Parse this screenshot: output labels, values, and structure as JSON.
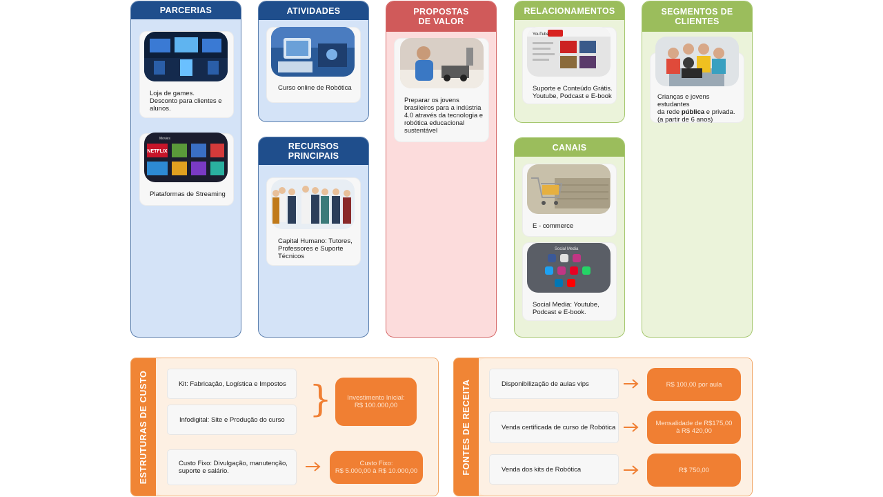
{
  "columns": {
    "parcerias": {
      "title": "PARCERIAS",
      "cards": [
        {
          "text": "Loja de games.\nDesconto para clientes e alunos."
        },
        {
          "text": "Plataformas de Streaming"
        }
      ]
    },
    "atividades": {
      "title": "ATIVIDADES",
      "cards": [
        {
          "text": "Curso online de Robótica"
        }
      ]
    },
    "recursos": {
      "title": "RECURSOS\nPRINCIPAIS",
      "cards": [
        {
          "text": "Capital Humano: Tutores,\nProfessores e Suporte\nTécnicos"
        }
      ]
    },
    "propostas": {
      "title": "PROPOSTAS\nDE VALOR",
      "cards": [
        {
          "text": "Preparar os jovens\nbrasileiros para a indústria\n4.0 através da tecnologia e\nrobótica educacional\nsustentável"
        }
      ]
    },
    "relacionamentos": {
      "title": "RELACIONAMENTOS",
      "cards": [
        {
          "text": "Suporte e Conteúdo Grátis.\nYoutube, Podcast e E-book"
        }
      ]
    },
    "canais": {
      "title": "CANAIS",
      "cards": [
        {
          "text": "E - commerce"
        },
        {
          "text": "Social Media: Youtube,\nPodcast e E-book."
        }
      ]
    },
    "segmentos": {
      "title": "SEGMENTOS DE\nCLIENTES",
      "cards": [
        {
          "text_pre": "Crianças e jovens estudantes\nda rede ",
          "text_bold": "pública",
          "text_post": " e privada.\n(a partir de 6 anos)"
        }
      ]
    }
  },
  "image_labels": {
    "streaming_netflix": "NETFLIX",
    "streaming_movies": "Movies",
    "youtube_logo": "YouTube",
    "social_media": "Social Media"
  },
  "custos": {
    "title": "ESTRUTURAS DE CUSTO",
    "items": [
      "Kit: Fabricação, Logística e Impostos",
      "Infodigital: Site e Produção do curso",
      "Custo Fixo: Divulgação, manutenção,\nsuporte e salário."
    ],
    "investimento": "Investimento Inicial:\nR$ 100.000,00",
    "custo_fixo": "Custo Fixo:\nR$ 5.000,00 à R$ 10.000,00"
  },
  "receitas": {
    "title": "FONTES DE RECEITA",
    "items": [
      {
        "label": "Disponibilização de aulas vips",
        "value": "R$ 100,00 por aula"
      },
      {
        "label": "Venda certificada de curso de Robótica",
        "value": "Mensalidade de R$175,00\nà R$ 420,00"
      },
      {
        "label": "Venda dos kits de Robótica",
        "value": "R$ 750,00"
      }
    ]
  },
  "colors": {
    "blue_header": "#1f4e8c",
    "red_header": "#d05a5a",
    "green_header": "#9bbd5c",
    "orange": "#f07f33"
  }
}
